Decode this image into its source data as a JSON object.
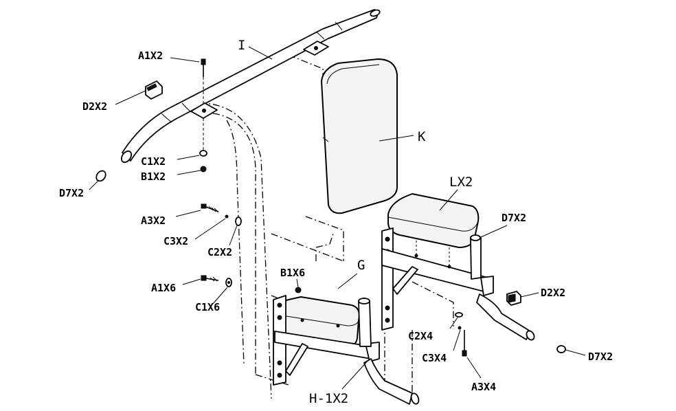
{
  "labels": {
    "I": "I",
    "K": "K",
    "G": "G",
    "LX2": "LX2",
    "H1X2": "H-1X2",
    "A1X2": "A1X2",
    "D2X2_top": "D2X2",
    "C1X2": "C1X2",
    "B1X2": "B1X2",
    "D7X2_left": "D7X2",
    "A3X2": "A3X2",
    "C3X2": "C3X2",
    "C2X2": "C2X2",
    "A1X6": "A1X6",
    "C1X6": "C1X6",
    "B1X6": "B1X6",
    "D7X2_right_top": "D7X2",
    "D2X2_right": "D2X2",
    "C2X4": "C2X4",
    "C3X4": "C3X4",
    "A3X4": "A3X4",
    "D7X2_right": "D7X2"
  }
}
